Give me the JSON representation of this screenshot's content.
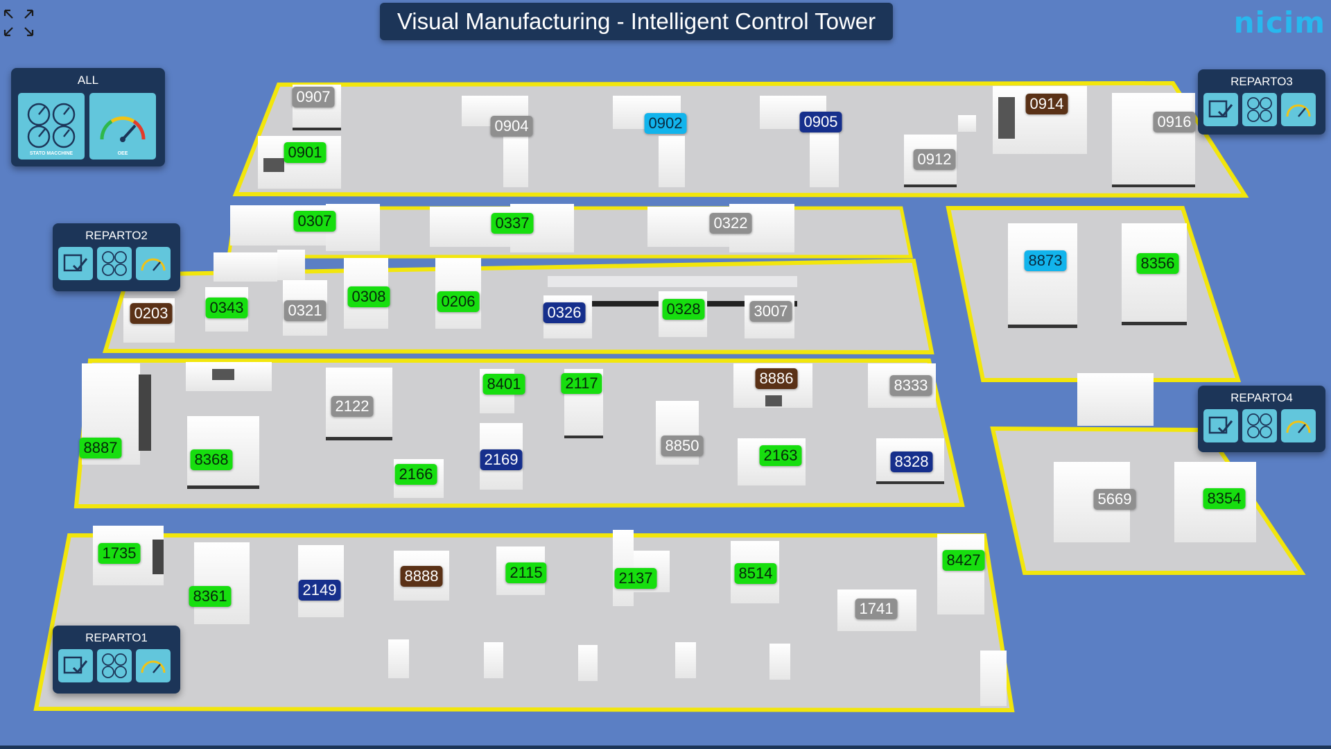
{
  "header": {
    "title": "Visual Manufacturing - Intelligent Control Tower",
    "logo": "nicim"
  },
  "colors": {
    "background": "#5b7fc4",
    "panel": "#1c3558",
    "tile": "#62c6dc",
    "floor": "#cfcfd1",
    "border": "#f2e60c",
    "status_green": "#17de0f",
    "status_gray": "#8f8f8f",
    "status_cyan": "#12b4ec",
    "status_navy": "#162f8c",
    "status_brown": "#5a3116"
  },
  "panels": [
    {
      "id": "all",
      "title": "ALL",
      "tiles": [
        {
          "icon": "gauges-icon",
          "label": "STATO MACCHINE"
        },
        {
          "icon": "speedometer-icon",
          "label": "OEE"
        }
      ]
    },
    {
      "id": "reparto3",
      "title": "REPARTO3",
      "tiles": [
        {
          "icon": "operators-icon",
          "label": ""
        },
        {
          "icon": "gauges-icon",
          "label": ""
        },
        {
          "icon": "speedometer-icon",
          "label": ""
        }
      ]
    },
    {
      "id": "reparto2",
      "title": "REPARTO2",
      "tiles": [
        {
          "icon": "operators-icon",
          "label": ""
        },
        {
          "icon": "gauges-icon",
          "label": ""
        },
        {
          "icon": "speedometer-icon",
          "label": ""
        }
      ]
    },
    {
      "id": "reparto4",
      "title": "REPARTO4",
      "tiles": [
        {
          "icon": "operators-icon",
          "label": ""
        },
        {
          "icon": "gauges-icon",
          "label": ""
        },
        {
          "icon": "speedometer-icon",
          "label": ""
        }
      ]
    },
    {
      "id": "reparto1",
      "title": "REPARTO1",
      "tiles": [
        {
          "icon": "operators-icon",
          "label": ""
        },
        {
          "icon": "gauges-icon",
          "label": ""
        },
        {
          "icon": "speedometer-icon",
          "label": ""
        }
      ]
    }
  ],
  "machines": [
    {
      "id": "0907",
      "status": "gray"
    },
    {
      "id": "0901",
      "status": "green"
    },
    {
      "id": "0904",
      "status": "gray"
    },
    {
      "id": "0902",
      "status": "cyan"
    },
    {
      "id": "0905",
      "status": "navy"
    },
    {
      "id": "0912",
      "status": "gray"
    },
    {
      "id": "0914",
      "status": "brown"
    },
    {
      "id": "0916",
      "status": "gray"
    },
    {
      "id": "0307",
      "status": "green"
    },
    {
      "id": "0337",
      "status": "green"
    },
    {
      "id": "0322",
      "status": "gray"
    },
    {
      "id": "8873",
      "status": "cyan"
    },
    {
      "id": "8356",
      "status": "green"
    },
    {
      "id": "0203",
      "status": "brown"
    },
    {
      "id": "0343",
      "status": "green"
    },
    {
      "id": "0321",
      "status": "gray"
    },
    {
      "id": "0308",
      "status": "green"
    },
    {
      "id": "0206",
      "status": "green"
    },
    {
      "id": "0326",
      "status": "navy"
    },
    {
      "id": "0328",
      "status": "green"
    },
    {
      "id": "3007",
      "status": "gray"
    },
    {
      "id": "8887",
      "status": "green"
    },
    {
      "id": "8368",
      "status": "green"
    },
    {
      "id": "2122",
      "status": "gray"
    },
    {
      "id": "2166",
      "status": "green"
    },
    {
      "id": "8401",
      "status": "green"
    },
    {
      "id": "2169",
      "status": "navy"
    },
    {
      "id": "2117",
      "status": "green"
    },
    {
      "id": "8850",
      "status": "gray"
    },
    {
      "id": "8886",
      "status": "brown"
    },
    {
      "id": "2163",
      "status": "green"
    },
    {
      "id": "8333",
      "status": "gray"
    },
    {
      "id": "8328",
      "status": "navy"
    },
    {
      "id": "5669",
      "status": "gray"
    },
    {
      "id": "8354",
      "status": "green"
    },
    {
      "id": "1735",
      "status": "green"
    },
    {
      "id": "8361",
      "status": "green"
    },
    {
      "id": "2149",
      "status": "navy"
    },
    {
      "id": "8888",
      "status": "brown"
    },
    {
      "id": "2115",
      "status": "green"
    },
    {
      "id": "2137",
      "status": "green"
    },
    {
      "id": "8514",
      "status": "green"
    },
    {
      "id": "1741",
      "status": "gray"
    },
    {
      "id": "8427",
      "status": "green"
    }
  ]
}
